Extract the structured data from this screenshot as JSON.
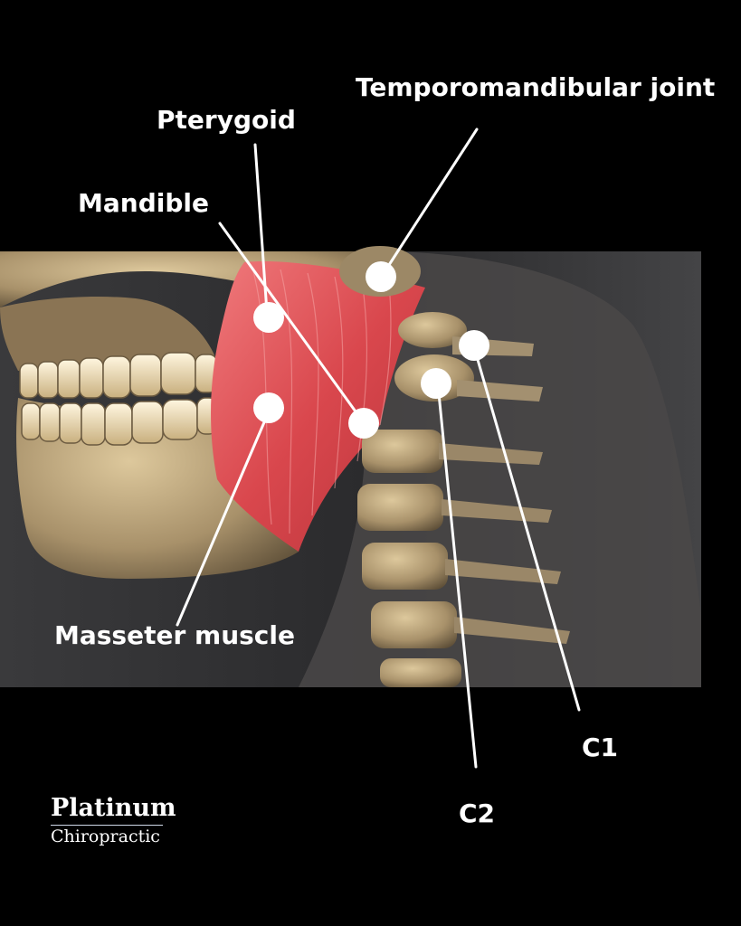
{
  "labels": {
    "tmj": "Temporomandibular joint",
    "pterygoid": "Pterygoid",
    "mandible": "Mandible",
    "masseter": "Masseter muscle",
    "c1": "C1",
    "c2": "C2"
  },
  "logo": {
    "name": "Platinum",
    "subtitle": "Chiropractic"
  },
  "colors": {
    "background": "#000000",
    "muscle": "#e0575c",
    "bone": "#c9b48c",
    "marker": "#ffffff"
  }
}
